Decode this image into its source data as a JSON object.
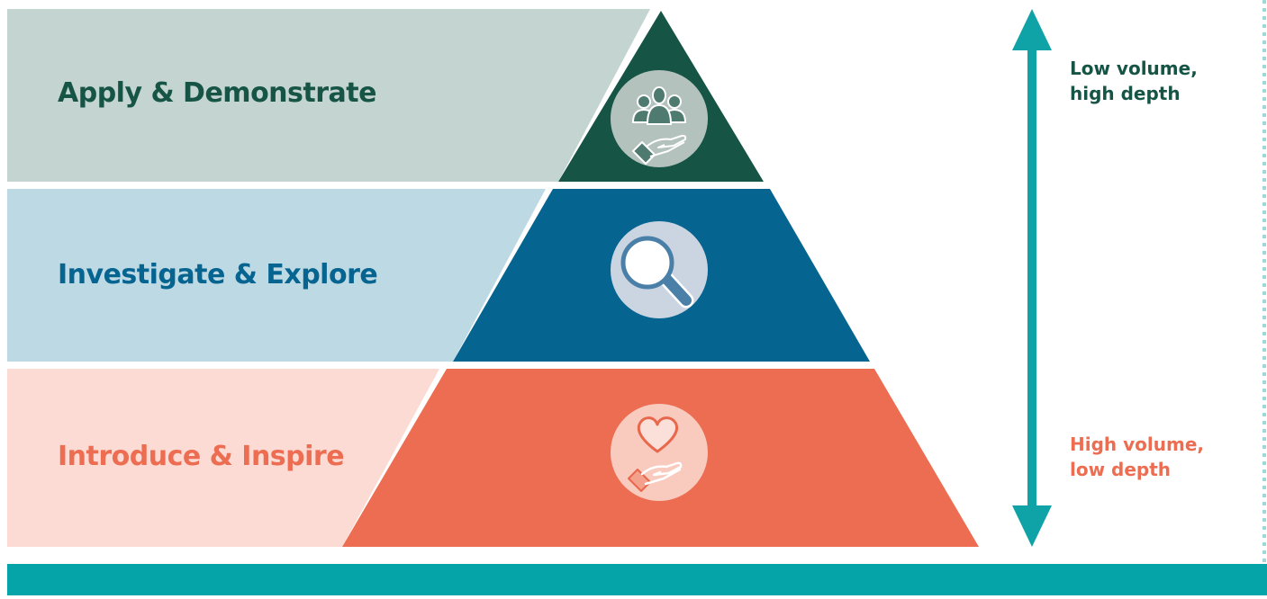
{
  "tiers": [
    {
      "label": "Apply & Demonstrate",
      "icon": "people-in-hand-icon",
      "band_color": "#C4D4D0",
      "triangle_color": "#165446",
      "text_color": "#165446"
    },
    {
      "label": "Investigate & Explore",
      "icon": "magnifying-glass-icon",
      "band_color": "#BDD9E4",
      "triangle_color": "#066491",
      "text_color": "#066491"
    },
    {
      "label": "Introduce & Inspire",
      "icon": "heart-in-hand-icon",
      "band_color": "#FCDBD4",
      "triangle_color": "#EC6D51",
      "text_color": "#EC6D51"
    }
  ],
  "scale": {
    "top_line1": "Low volume,",
    "top_line2": "high depth",
    "bottom_line1": "High volume,",
    "bottom_line2": "low depth",
    "arrow_color": "#0FA3A8"
  },
  "bottom_bar_color": "#05A4A9"
}
